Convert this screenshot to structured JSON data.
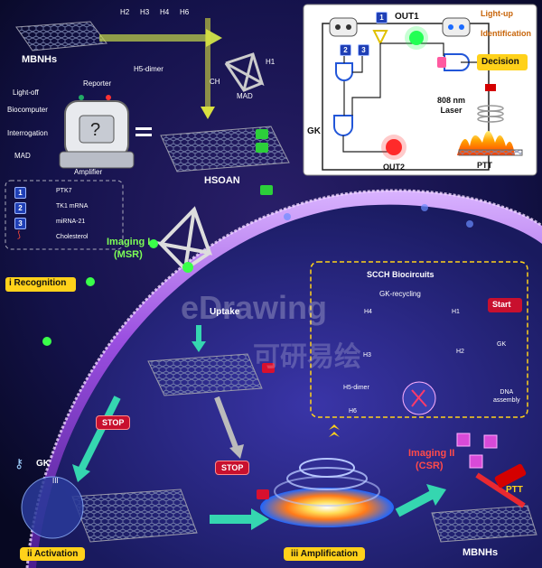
{
  "top_left": {
    "mbnhs_label": "MBNHs",
    "hairpins": [
      "H2",
      "H3",
      "H4",
      "H6"
    ],
    "h5_dimer": "H5-dimer",
    "h1": "H1",
    "ch": "CH",
    "mad_small": "MAD",
    "hsoan": "HSOAN"
  },
  "biocomputer": {
    "light_off": "Light-off",
    "reporter": "Reporter",
    "biocomputer": "Biocomputer",
    "interrogation": "Interrogation",
    "mad": "MAD",
    "amplifier": "Amplifier"
  },
  "legend": [
    {
      "num": "1",
      "label": "PTK7"
    },
    {
      "num": "2",
      "label": "TK1 mRNA"
    },
    {
      "num": "3",
      "label": "miRNA-21"
    },
    {
      "num": "",
      "label": "Cholesterol"
    }
  ],
  "logic_box": {
    "out1": "OUT1",
    "out2": "OUT2",
    "gk": "GK",
    "light_up": "Light-up",
    "identification": "Identification",
    "decision": "Decision",
    "laser": "808 nm\nLaser",
    "ptt": "PTT",
    "inputs": [
      "1",
      "2",
      "3"
    ]
  },
  "main": {
    "imaging1": "Imaging I",
    "msr": "(MSR)",
    "recognition": "i Recognition",
    "uptake": "Uptake",
    "scch": "SCCH Biocircuits",
    "gk_recycling": "GK-recycling",
    "start": "Start",
    "gk_small": "GK",
    "h4": "H4",
    "h1": "H1",
    "h3": "H3",
    "h2": "H2",
    "h5_dimer": "H5-dimer",
    "h6": "H6",
    "dna_assembly": "DNA\nassembly",
    "stop1": "STOP",
    "stop2": "STOP",
    "gk_key": "GK",
    "activation": "ii Activation",
    "amplification": "iii Amplification",
    "imaging2": "Imaging II",
    "csr": "(CSR)",
    "ptt": "PTT",
    "mbnhs": "MBNHs",
    "roman": "III"
  },
  "watermark": {
    "text": "eDrawing",
    "sub": "可研易绘"
  }
}
